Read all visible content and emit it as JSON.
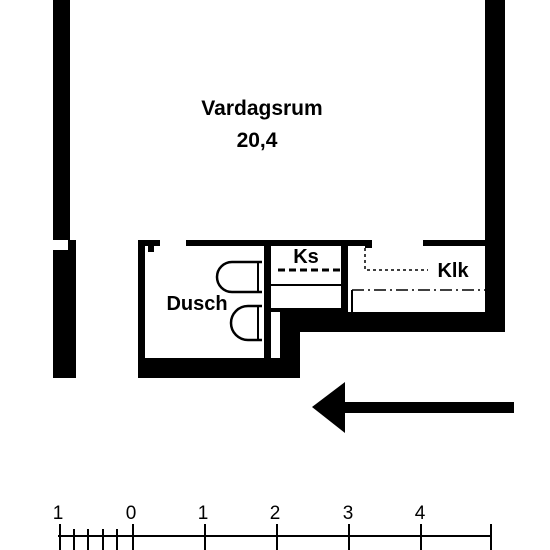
{
  "rooms": {
    "living_room": {
      "name": "Vardagsrum",
      "area": "20,4"
    },
    "bathroom": {
      "name": "Dusch"
    },
    "closet": {
      "name": "Ks"
    },
    "kitchenette": {
      "name": "Klk"
    }
  },
  "scale_bar": {
    "labels": [
      "1",
      "0",
      "1",
      "2",
      "3",
      "4"
    ]
  },
  "colors": {
    "ink": "#000000",
    "paper": "#ffffff"
  },
  "icons": {
    "direction": "arrow-left-icon"
  }
}
